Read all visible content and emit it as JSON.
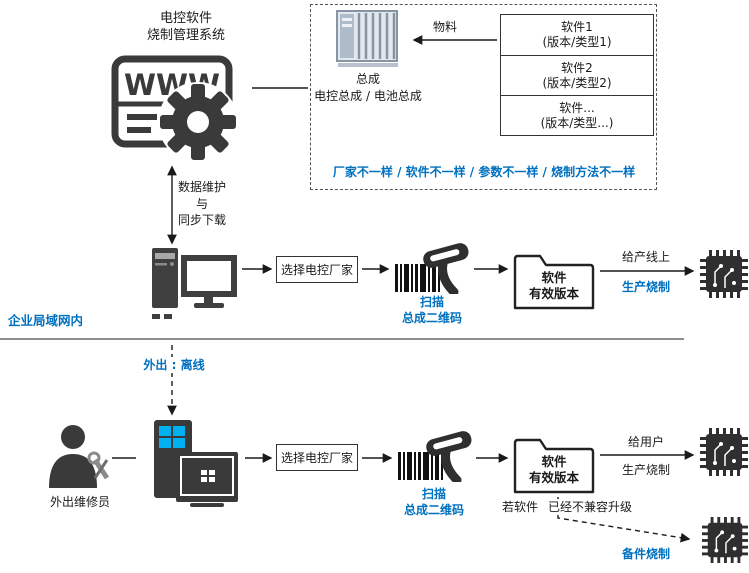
{
  "colors": {
    "accent_blue": "#0070C0",
    "windows_cyan": "#00B0F0",
    "icon_dark": "#3A3A3A"
  },
  "header": {
    "title_line1": "电控软件",
    "title_line2": "烧制管理系统",
    "browser_label": "WWW"
  },
  "assembly_panel": {
    "material_label": "物料",
    "assembly_line1": "总成",
    "assembly_line2": "电控总成 / 电池总成",
    "software_table": [
      {
        "name": "软件1",
        "version": "(版本/类型1)"
      },
      {
        "name": "软件2",
        "version": "(版本/类型2)"
      },
      {
        "name": "软件...",
        "version": "(版本/类型...)"
      }
    ],
    "note": "厂家不一样 / 软件不一样 / 参数不一样 / 烧制方法不一样"
  },
  "sync_label": {
    "line1": "数据维护",
    "line2": "与",
    "line3": "同步下载"
  },
  "lan_label": "企业局域网内",
  "row1": {
    "select_vendor": "选择电控厂家",
    "scan_line1": "扫描",
    "scan_line2": "总成二维码",
    "folder_line1": "软件",
    "folder_line2": "有效版本",
    "to_line_top": "给产线上",
    "to_line_bottom": "生产烧制"
  },
  "offline_label": "外出 : 离线",
  "row2": {
    "staff_label": "外出维修员",
    "select_vendor": "选择电控厂家",
    "scan_line1": "扫描",
    "scan_line2": "总成二维码",
    "folder_line1": "软件",
    "folder_line2": "有效版本",
    "to_user_top": "给用户",
    "to_user_bottom": "生产烧制",
    "condition_prefix": "若软件",
    "condition_text": "已经不兼容升级",
    "spare_label": "备件烧制"
  }
}
